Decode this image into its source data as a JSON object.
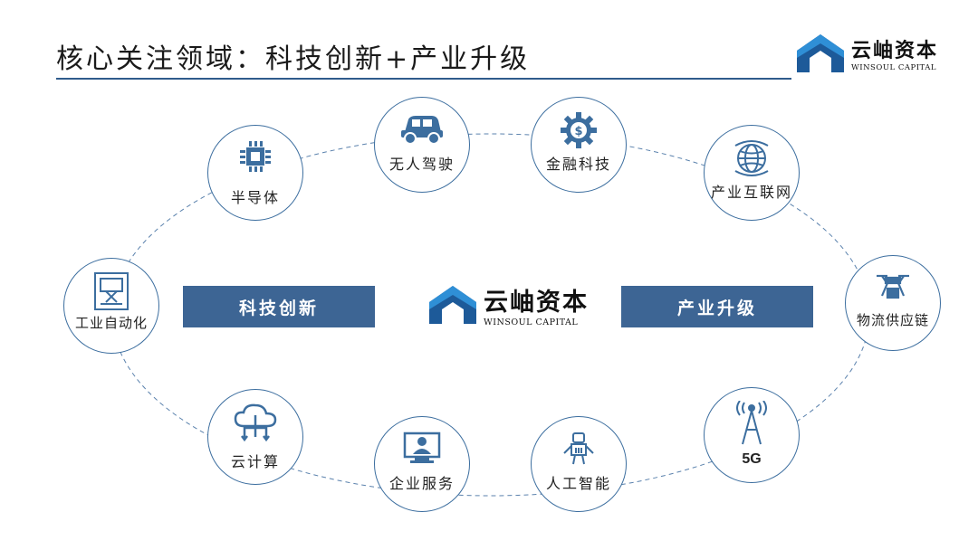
{
  "title": "核心关注领域：科技创新+产业升级",
  "brand": {
    "name_cn": "云岫资本",
    "name_en": "WINSOUL CAPITAL"
  },
  "colors": {
    "accent": "#2f5b8c",
    "banner": "#3d6594",
    "circle_border": "#3c6e9f",
    "icon": "#3c6e9f"
  },
  "banners": {
    "left": "科技创新",
    "right": "产业升级"
  },
  "nodes": [
    {
      "label": "无人驾驶",
      "icon": "car-icon"
    },
    {
      "label": "金融科技",
      "icon": "dollar-gear-icon"
    },
    {
      "label": "产业互联网",
      "icon": "globe-icon"
    },
    {
      "label": "物流供应链",
      "icon": "delivery-drone-icon"
    },
    {
      "label": "5G",
      "icon": "signal-tower-icon"
    },
    {
      "label": "人工智能",
      "icon": "robot-icon"
    },
    {
      "label": "企业服务",
      "icon": "monitor-user-icon"
    },
    {
      "label": "云计算",
      "icon": "cloud-icon"
    },
    {
      "label": "工业自动化",
      "icon": "robotic-arm-icon"
    },
    {
      "label": "半导体",
      "icon": "chip-icon"
    }
  ]
}
